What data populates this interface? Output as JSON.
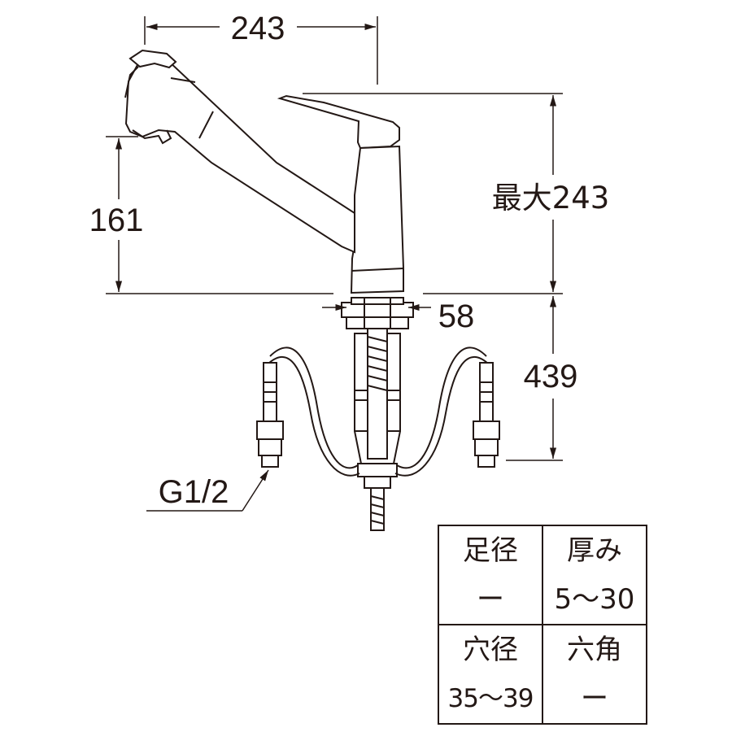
{
  "dimensions": {
    "overall_width": "243",
    "spout_height": "161",
    "max_height": "最大243",
    "base_diameter": "58",
    "hose_length": "439",
    "connection_thread": "G1/2"
  },
  "spec_table": {
    "foot_diameter_label": "足径",
    "foot_diameter_value": "ー",
    "thickness_label": "厚み",
    "thickness_value": "5～30",
    "hole_diameter_label": "穴径",
    "hole_diameter_value": "35～39",
    "hex_label": "六角",
    "hex_value": "ー"
  },
  "colors": {
    "line": "#231815",
    "background": "#ffffff"
  }
}
